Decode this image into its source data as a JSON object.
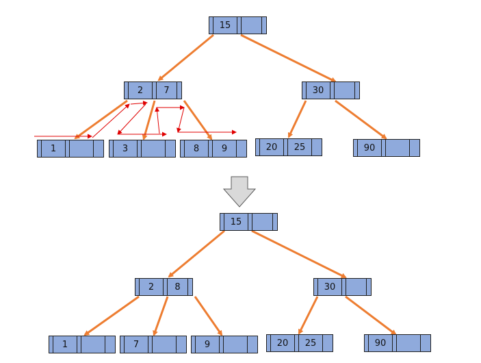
{
  "colors": {
    "node_fill": "#8faadc",
    "node_border": "#1f1f1f",
    "edge": "#ed7d31",
    "trace": "#e00000",
    "transition_arrow_fill": "#d9d9d9",
    "transition_arrow_stroke": "#595959"
  },
  "before": {
    "root": {
      "keys": [
        "15",
        ""
      ]
    },
    "internal_left": {
      "keys": [
        "2",
        "7"
      ]
    },
    "internal_right": {
      "keys": [
        "30",
        ""
      ]
    },
    "leaves": [
      {
        "keys": [
          "1",
          ""
        ]
      },
      {
        "keys": [
          "3",
          ""
        ]
      },
      {
        "keys": [
          "8",
          "9"
        ]
      },
      {
        "keys": [
          "20",
          "25"
        ]
      },
      {
        "keys": [
          "90",
          ""
        ]
      }
    ]
  },
  "after": {
    "root": {
      "keys": [
        "15",
        ""
      ]
    },
    "internal_left": {
      "keys": [
        "2",
        "8"
      ]
    },
    "internal_right": {
      "keys": [
        "30",
        ""
      ]
    },
    "leaves": [
      {
        "keys": [
          "1",
          ""
        ]
      },
      {
        "keys": [
          "7",
          ""
        ]
      },
      {
        "keys": [
          "9",
          ""
        ]
      },
      {
        "keys": [
          "20",
          "25"
        ]
      },
      {
        "keys": [
          "90",
          ""
        ]
      }
    ]
  },
  "transition": {
    "icon": "down-arrow-icon"
  }
}
